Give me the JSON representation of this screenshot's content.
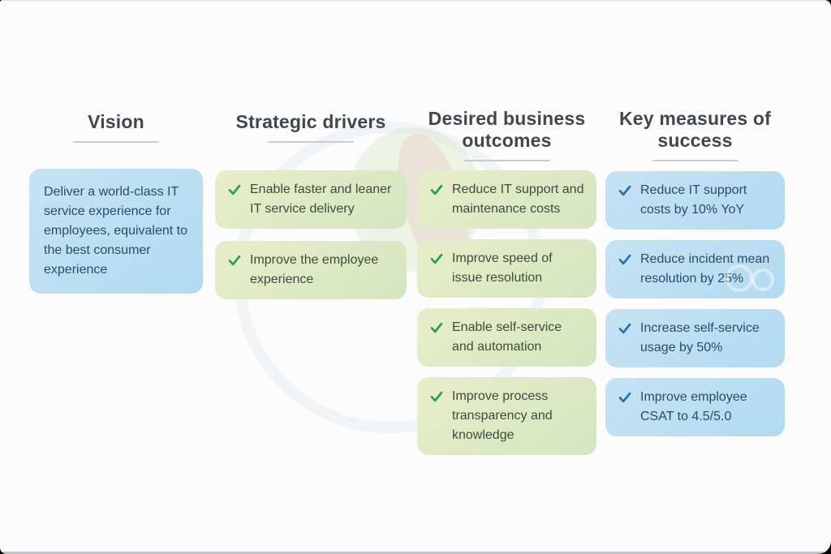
{
  "colors": {
    "canvas-bg": "#fcfcfc",
    "heading": "#42474d",
    "underline": "#cbcbcb",
    "bottombar": "#c2c2c6",
    "green-a": "#e7eec9",
    "green-b": "#d5e5c1",
    "green-text": "#414b3c",
    "check-green": "#2b9e4a",
    "blue-a": "#c5e3f4",
    "blue-b": "#b3daef",
    "blue-text": "#2d4b69",
    "check-blue": "#1e72b8"
  },
  "columns": [
    {
      "title": "Vision",
      "cards": [
        {
          "text": "Deliver a world-class IT service experience for employees, equivalent to the best consumer experience"
        }
      ]
    },
    {
      "title": "Strategic drivers",
      "cards": [
        {
          "text": "Enable faster and leaner IT service delivery"
        },
        {
          "text": "Improve the employee experience"
        }
      ]
    },
    {
      "title": "Desired business outcomes",
      "cards": [
        {
          "text": "Reduce IT support and maintenance costs"
        },
        {
          "text": "Improve speed of issue resolution"
        },
        {
          "text": "Enable self-service and automation"
        },
        {
          "text": "Improve process transparency and knowledge"
        }
      ]
    },
    {
      "title": "Key measures of success",
      "cards": [
        {
          "text": "Reduce IT support costs by 10% YoY"
        },
        {
          "text": "Reduce incident mean resolution by 25%"
        },
        {
          "text": "Increase self-service usage by 50%"
        },
        {
          "text": "Improve employee CSAT to 4.5/5.0"
        }
      ]
    }
  ]
}
